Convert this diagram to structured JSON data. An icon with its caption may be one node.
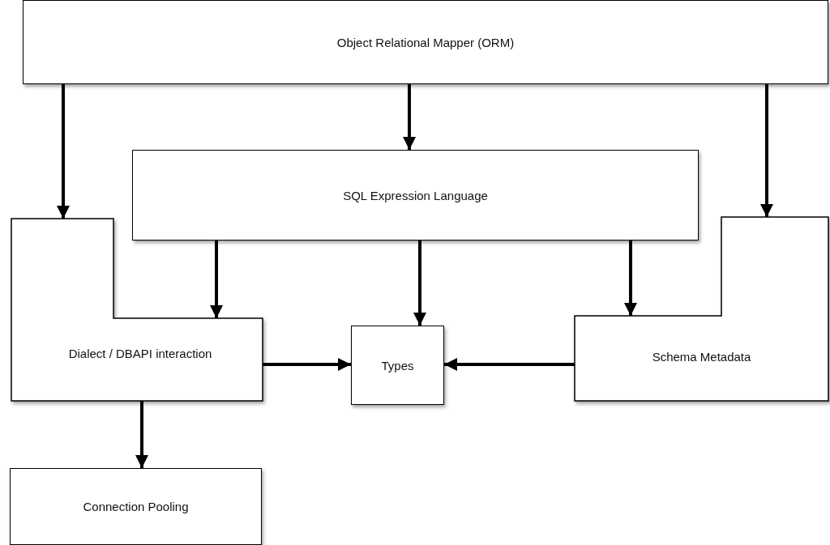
{
  "diagram": {
    "nodes": [
      {
        "text": [
          "Object Relational Mapper (ORM)"
        ]
      },
      {
        "text": [
          "SQL Expression Language"
        ]
      },
      {
        "text": [
          "Dialect / DBAPI interaction"
        ]
      },
      {
        "text": [
          "Types"
        ]
      },
      {
        "text": [
          "Schema Metadata"
        ]
      },
      {
        "text": [
          "Connection Pooling"
        ]
      }
    ],
    "edges": [
      {
        "from": 0,
        "to": 2,
        "arrow": "to"
      },
      {
        "from": 0,
        "to": 1,
        "arrow": "to"
      },
      {
        "from": 0,
        "to": 4,
        "arrow": "to"
      },
      {
        "from": 1,
        "to": 2,
        "arrow": "to"
      },
      {
        "from": 1,
        "to": 3,
        "arrow": "to"
      },
      {
        "from": 1,
        "to": 4,
        "arrow": "to"
      },
      {
        "from": 2,
        "to": 3,
        "arrow": "to"
      },
      {
        "from": 4,
        "to": 3,
        "arrow": "to"
      },
      {
        "from": 2,
        "to": 5,
        "arrow": "to"
      }
    ]
  }
}
